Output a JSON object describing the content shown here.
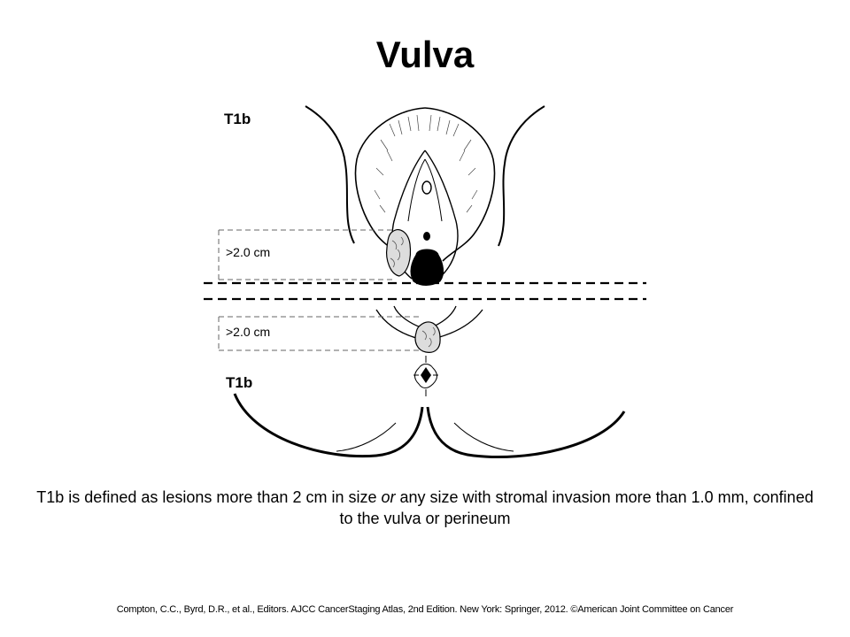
{
  "title": "Vulva",
  "diagram": {
    "stage_label_top": "T1b",
    "stage_label_bottom": "T1b",
    "measure_label_top": ">2.0 cm",
    "measure_label_bottom": ">2.0 cm"
  },
  "caption": {
    "part1": "T1b is defined as lesions more than 2 cm in size ",
    "emph": "or",
    "part2": " any size with stromal invasion more than 1.0 mm, confined to the vulva or perineum"
  },
  "credit": "Compton, C.C., Byrd, D.R.,  et al., Editors. AJCC CancerStaging Atlas, 2nd Edition. New York:  Springer, 2012. ©American Joint Committee on Cancer"
}
